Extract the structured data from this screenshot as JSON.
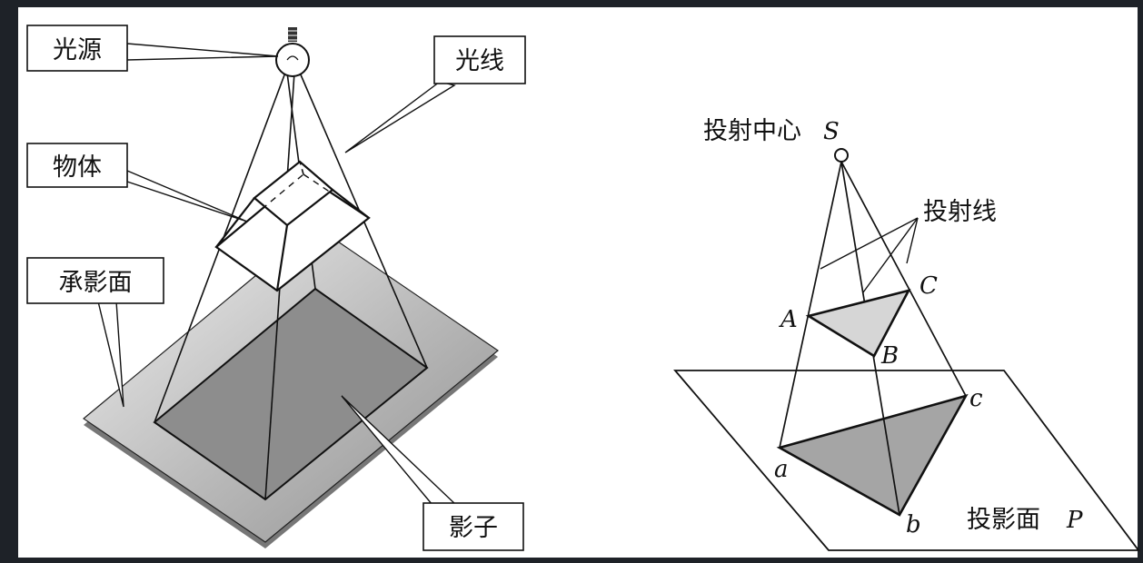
{
  "colors": {
    "background_frame": "#1e2228",
    "paper": "#ffffff",
    "ink": "#111111",
    "shade_light": "#d4d4d4",
    "shade_mid": "#a9a9a9",
    "shade_dark": "#8c8c8c"
  },
  "left_figure": {
    "labels": {
      "light_source": "光源",
      "light_rays": "光线",
      "object": "物体",
      "receiving_plane": "承影面",
      "shadow": "影子"
    }
  },
  "right_figure": {
    "labels": {
      "projection_center": "投射中心",
      "projection_center_symbol": "S",
      "projection_lines": "投射线",
      "projection_plane": "投影面",
      "projection_plane_symbol": "P",
      "vertex_A": "A",
      "vertex_B": "B",
      "vertex_C": "C",
      "vertex_a": "a",
      "vertex_b": "b",
      "vertex_c": "c"
    }
  }
}
